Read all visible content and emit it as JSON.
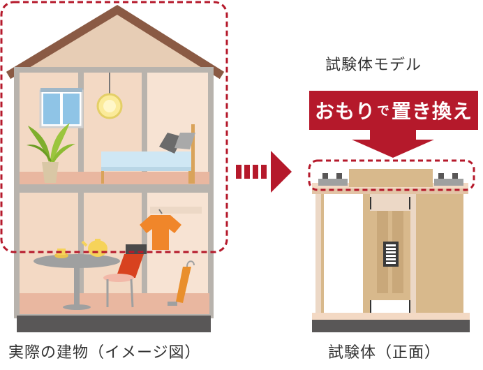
{
  "captions": {
    "house": "実際の建物（イメージ図）",
    "model": "試験体（正面）",
    "model_title": "試験体モデル"
  },
  "banner": {
    "text_main": "おもり",
    "text_small": "で",
    "text_end": "置き換え"
  },
  "colors": {
    "accent_red": "#b5192b",
    "roof": "#8a5a44",
    "wall": "#f3d9c4",
    "wood": "#d8b98c"
  },
  "icons": [
    "window-icon",
    "lamp-icon",
    "plant-icon",
    "bed-icon",
    "shirt-icon",
    "teapot-icon",
    "chair-icon",
    "umbrella-icon",
    "table-icon",
    "arrow-right-icon",
    "arrow-down-icon",
    "weight-icon"
  ]
}
